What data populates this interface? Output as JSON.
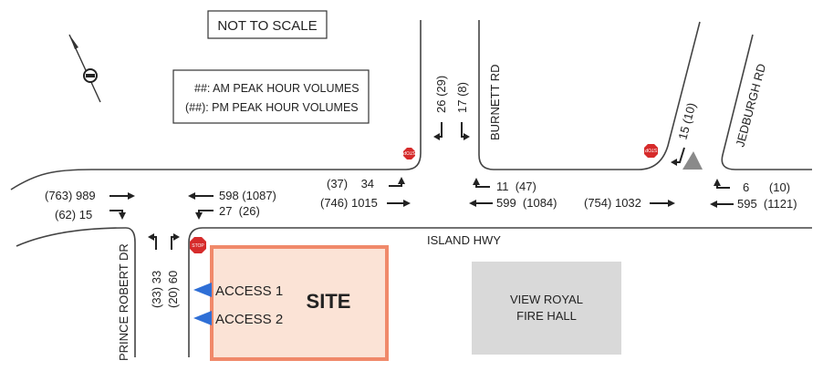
{
  "title": "NOT TO SCALE",
  "legend": {
    "am": "##: AM PEAK HOUR VOLUMES",
    "pm": "(##): PM PEAK HOUR VOLUMES"
  },
  "roads": {
    "island_hwy": "ISLAND HWY",
    "burnett_rd": "BURNETT RD",
    "jedburgh_rd": "JEDBURGH RD",
    "prince_robert_dr": "PRINCE ROBERT DR"
  },
  "stop_sign": "STOP",
  "site": {
    "label": "SITE",
    "access1": "ACCESS 1",
    "access2": "ACCESS 2",
    "fill": "#fbe3d6",
    "border": "#f0896a"
  },
  "fire_hall": {
    "line1": "VIEW ROYAL",
    "line2": "FIRE HALL",
    "fill": "#d9d9d9"
  },
  "volumes": {
    "pr_eb_thru": "(763) 989",
    "pr_eb_right": "(62) 15",
    "pr_wb_thru": "598 (1087)",
    "pr_wb_left": "27  (26)",
    "pr_nb_left": "(33) 33",
    "pr_nb_right": "(20) 60",
    "br_eb_left": "(37)    34",
    "br_eb_thru": "(746) 1015",
    "br_sb_right": "26 (29)",
    "br_sb_left": "17 (8)",
    "br_wb_right": "11  (47)",
    "br_wb_thru": "599  (1084)",
    "jr_eb_thru": "(754) 1032",
    "jr_sb": "15 (10)",
    "jr_wb_right": "6      (10)",
    "jr_wb_thru": "595  (1121)"
  },
  "colors": {
    "stop": "#d62b2b",
    "access_marker": "#2f6fd6",
    "island": "#888888"
  }
}
